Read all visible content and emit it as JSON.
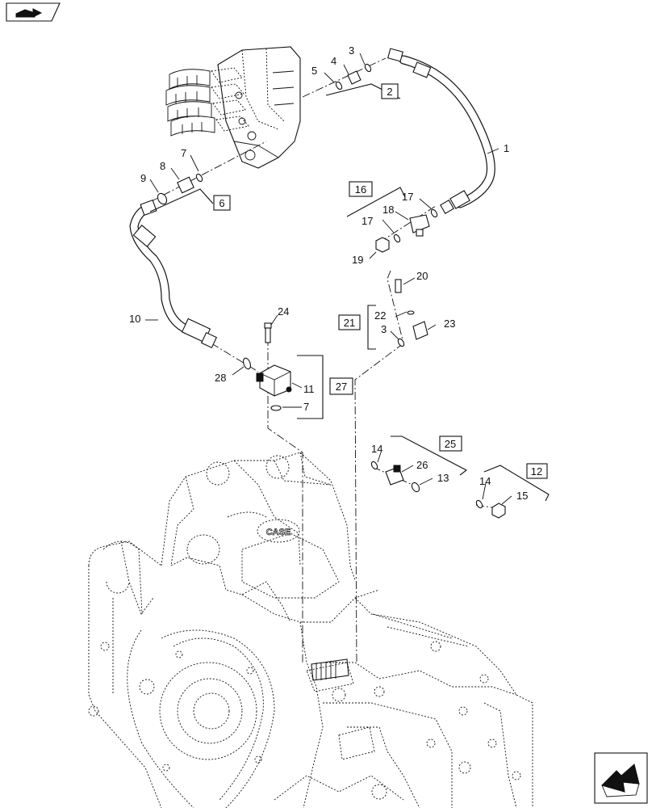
{
  "icons": {
    "top_left": "book-arrow-icon",
    "bottom_right": "navigation-arrow-icon"
  },
  "callouts": [
    {
      "id": "c1",
      "text": "1"
    },
    {
      "id": "c2",
      "text": "3"
    },
    {
      "id": "c3",
      "text": "4"
    },
    {
      "id": "c4",
      "text": "5"
    },
    {
      "id": "c5",
      "text": "7"
    },
    {
      "id": "c6",
      "text": "8"
    },
    {
      "id": "c7",
      "text": "9"
    },
    {
      "id": "c8",
      "text": "10"
    },
    {
      "id": "c9",
      "text": "17"
    },
    {
      "id": "c10",
      "text": "17"
    },
    {
      "id": "c11",
      "text": "18"
    },
    {
      "id": "c12",
      "text": "19"
    },
    {
      "id": "c13",
      "text": "20"
    },
    {
      "id": "c14",
      "text": "22"
    },
    {
      "id": "c15",
      "text": "3"
    },
    {
      "id": "c16",
      "text": "23"
    },
    {
      "id": "c17",
      "text": "24"
    },
    {
      "id": "c18",
      "text": "28"
    },
    {
      "id": "c19",
      "text": "11"
    },
    {
      "id": "c20",
      "text": "7"
    },
    {
      "id": "c21",
      "text": "14"
    },
    {
      "id": "c22",
      "text": "26"
    },
    {
      "id": "c23",
      "text": "13"
    },
    {
      "id": "c24",
      "text": "14"
    },
    {
      "id": "c25",
      "text": "15"
    }
  ],
  "boxed_callouts": [
    {
      "id": "b1",
      "text": "2"
    },
    {
      "id": "b2",
      "text": "6"
    },
    {
      "id": "b3",
      "text": "16"
    },
    {
      "id": "b4",
      "text": "21"
    },
    {
      "id": "b5",
      "text": "27"
    },
    {
      "id": "b6",
      "text": "25"
    },
    {
      "id": "b7",
      "text": "12"
    }
  ],
  "housing_logo": "CASE"
}
